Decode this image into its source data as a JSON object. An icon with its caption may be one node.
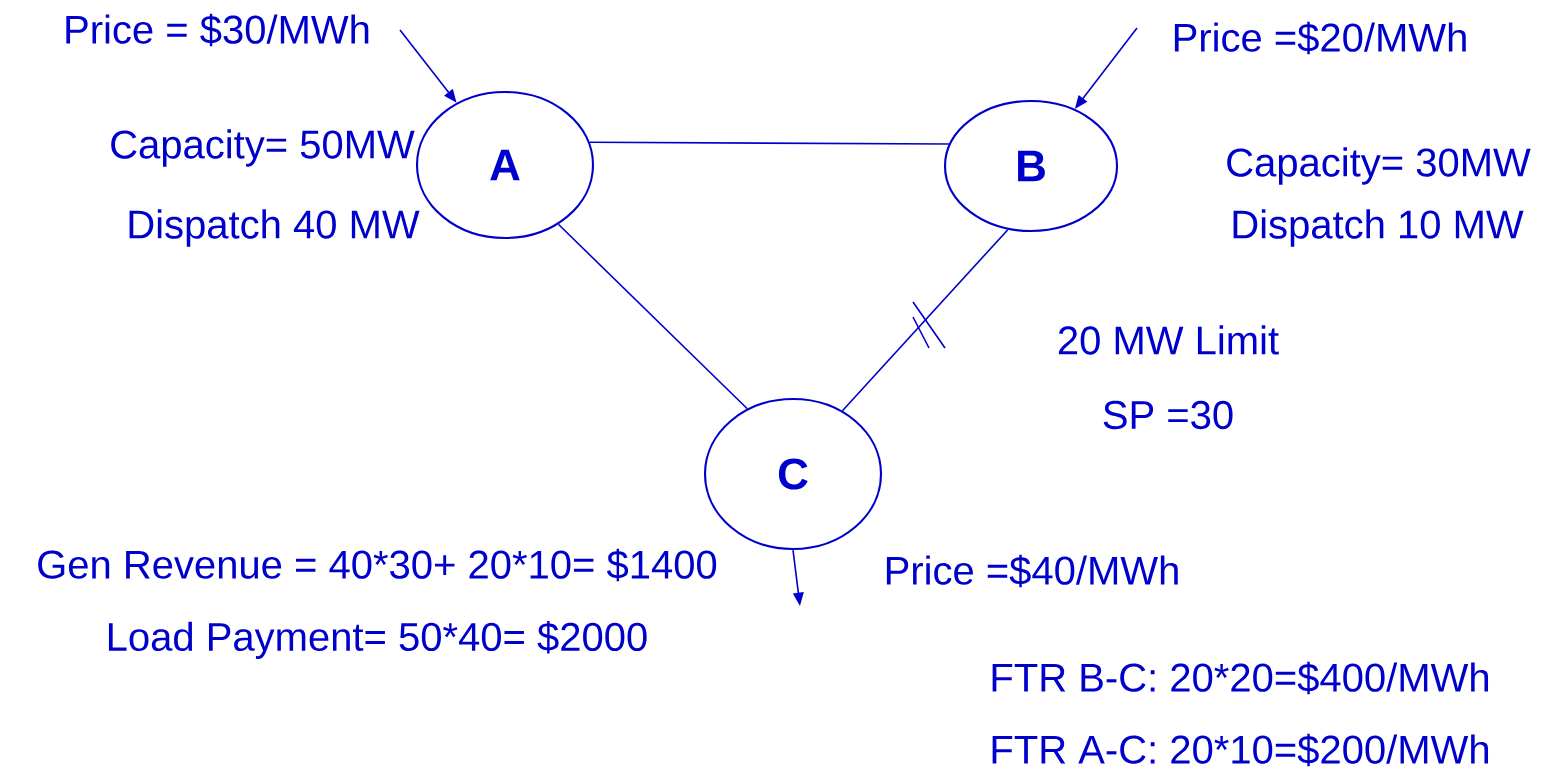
{
  "diagram": {
    "nodes": [
      {
        "text": [
          "A"
        ]
      },
      {
        "text": [
          "B"
        ]
      },
      {
        "text": [
          "C"
        ]
      }
    ],
    "edges": [
      {
        "from": 0,
        "to": 1,
        "arrow": "none"
      },
      {
        "from": 0,
        "to": 2,
        "arrow": "none"
      },
      {
        "from": 1,
        "to": 2,
        "arrow": "none"
      },
      {
        "from": null,
        "to": 0,
        "arrow": "to"
      },
      {
        "from": null,
        "to": 1,
        "arrow": "to"
      },
      {
        "from": 2,
        "to": null,
        "arrow": "to"
      }
    ],
    "labels": [
      "Price = $30/MWh",
      "Price =$20/MWh",
      "Capacity= 50MW",
      "Capacity= 30MW",
      "Dispatch 40 MW",
      "Dispatch 10 MW",
      "20 MW Limit",
      "SP =30",
      "Gen Revenue = 40*30+ 20*10= $1400",
      "Price =$40/MWh",
      "Load Payment= 50*40= $2000",
      "FTR B-C: 20*20=$400/MWh",
      "FTR A-C: 20*10=$200/MWh"
    ]
  }
}
